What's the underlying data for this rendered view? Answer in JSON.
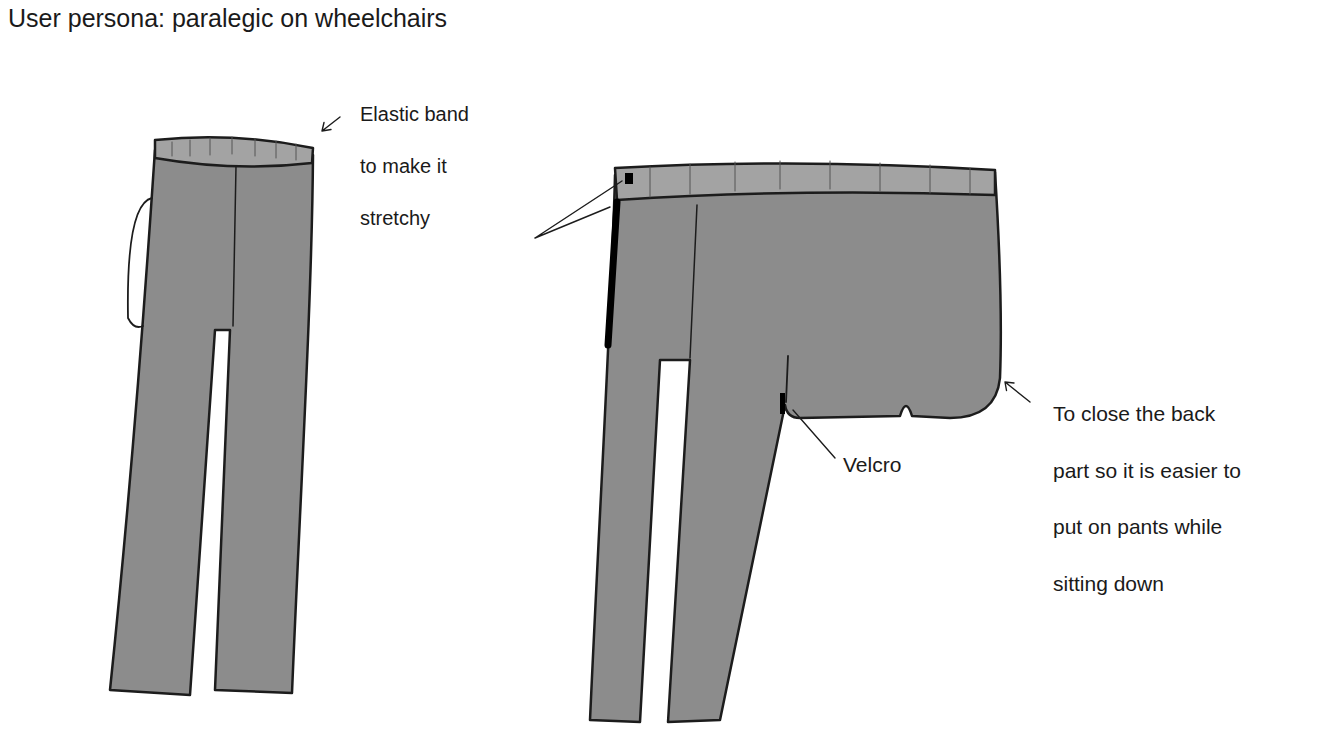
{
  "diagram": {
    "title": "User persona: paralegic on wheelchairs",
    "labels": [
      "Elastic band to make it stretchy",
      "Velcro",
      "To close the back part so it is easier to put on pants while sitting down"
    ]
  }
}
